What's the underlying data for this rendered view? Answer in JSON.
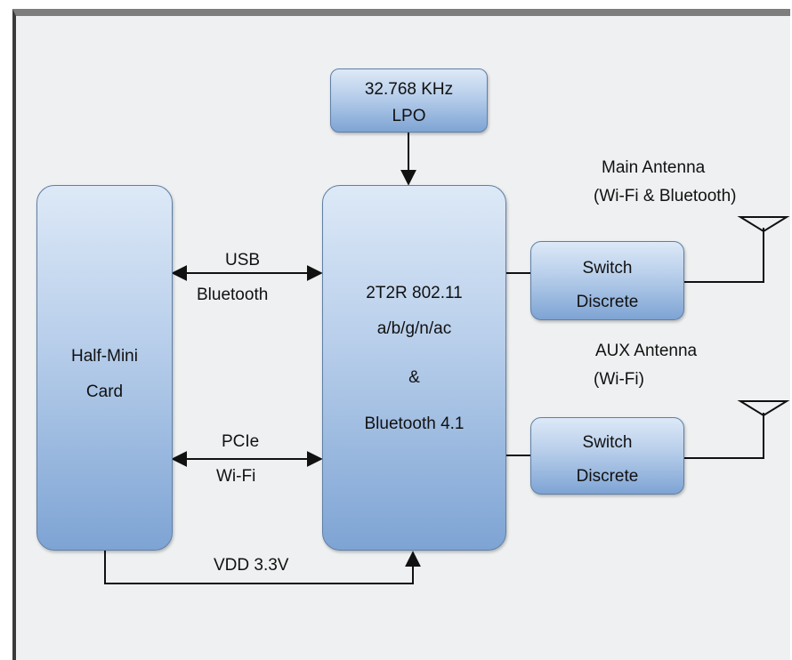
{
  "diagram": {
    "lpo": {
      "line1": "32.768 KHz",
      "line2": "LPO"
    },
    "card": {
      "line1": "Half-Mini",
      "line2": "Card"
    },
    "chip": {
      "line1": "2T2R 802.11",
      "line2": "a/b/g/n/ac",
      "line3": "&",
      "line4": "Bluetooth 4.1"
    },
    "switch_main": {
      "line1": "Switch",
      "line2": "Discrete"
    },
    "switch_aux": {
      "line1": "Switch",
      "line2": "Discrete"
    },
    "link_usb": {
      "line1": "USB",
      "line2": "Bluetooth"
    },
    "link_pcie": {
      "line1": "PCIe",
      "line2": "Wi-Fi"
    },
    "power_label": "VDD 3.3V",
    "main_antenna": {
      "line1": "Main Antenna",
      "line2": "(Wi-Fi & Bluetooth)"
    },
    "aux_antenna": {
      "line1": "AUX Antenna",
      "line2": "(Wi-Fi)"
    },
    "colors": {
      "box_top": "#dde9f7",
      "box_bottom": "#7ea4d4",
      "border": "#5f7fa6",
      "line": "#111111"
    }
  }
}
